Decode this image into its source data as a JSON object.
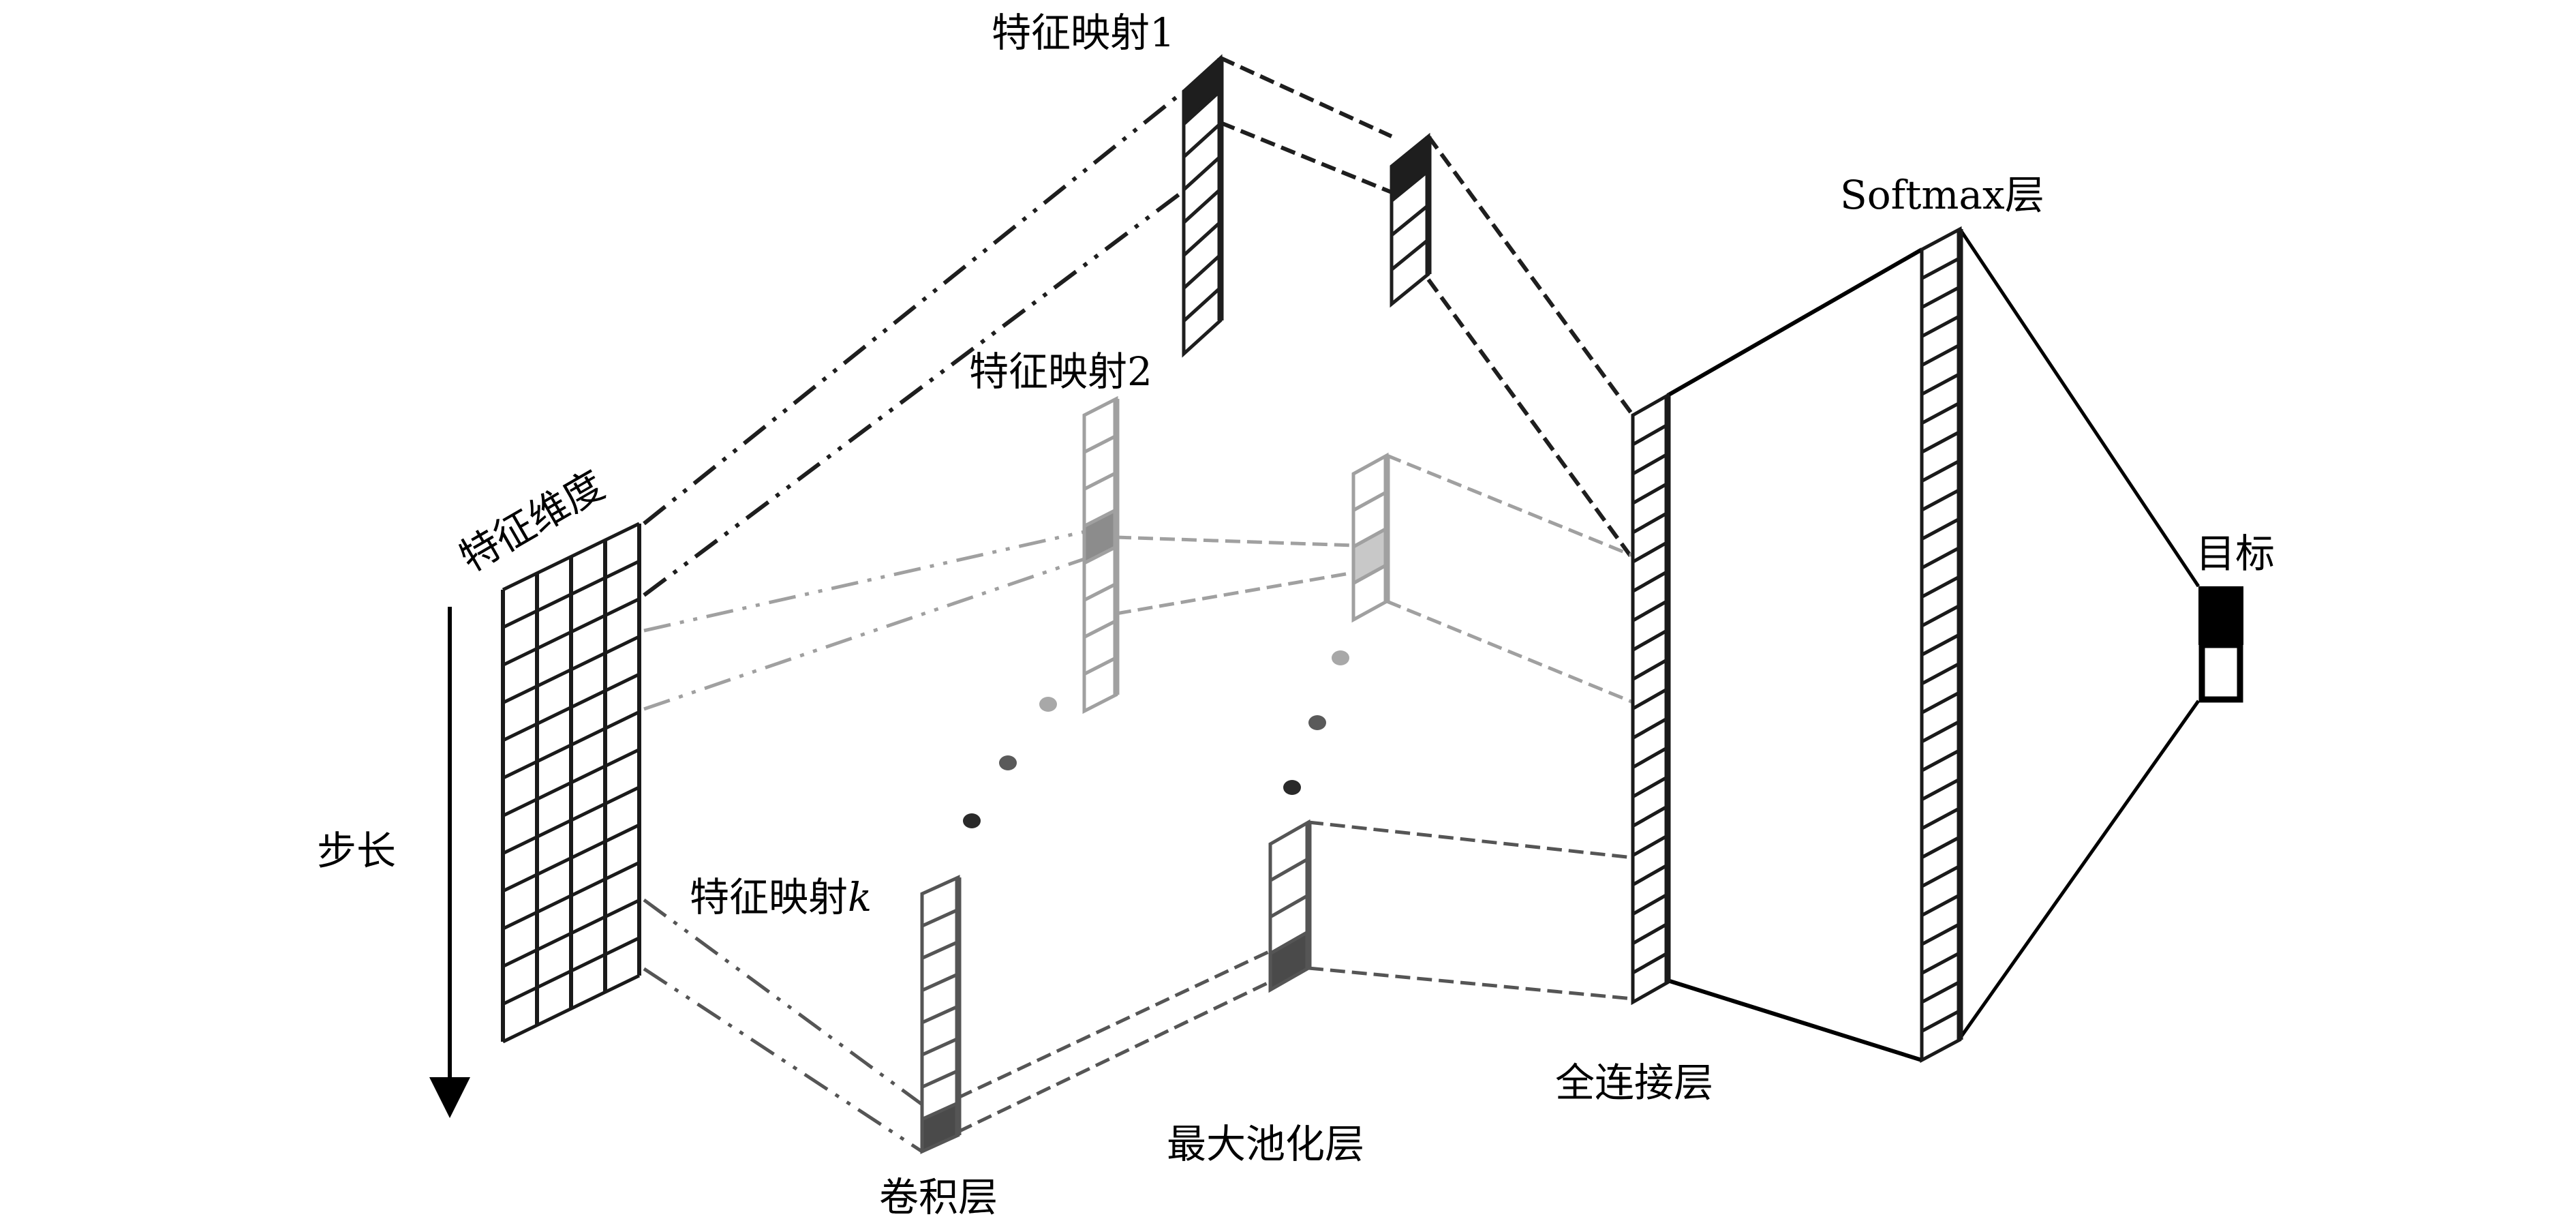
{
  "diagram": {
    "type": "CNN architecture for text/sequence classification",
    "labels": {
      "feature_dimension": "特征维度",
      "stride": "步长",
      "feature_map_1": "特征映射1",
      "feature_map_2": "特征映射2",
      "feature_map_k_prefix": "特征映射",
      "feature_map_k_suffix": "k",
      "conv_layer": "卷积层",
      "max_pooling_layer": "最大池化层",
      "fully_connected_layer": "全连接层",
      "softmax_layer": "Softmax层",
      "target": "目标"
    },
    "input_matrix": {
      "columns": 4,
      "rows": 12
    },
    "feature_maps": [
      {
        "name": "特征映射1",
        "cells": 8,
        "highlighted_cell": 1,
        "highlight_color": "#1e1e1e",
        "stroke": "#1e1e1e"
      },
      {
        "name": "特征映射2",
        "cells": 8,
        "highlighted_cell": 4,
        "highlight_color": "#8c8c8c",
        "stroke": "#a0a0a0"
      },
      {
        "name": "特征映射k",
        "cells": 8,
        "highlighted_cell": 8,
        "highlight_color": "#4a4a4a",
        "stroke": "#555555"
      }
    ],
    "pooling_maps": [
      {
        "cells": 4,
        "highlighted_cell": 1,
        "highlight_color": "#1e1e1e",
        "stroke": "#1e1e1e"
      },
      {
        "cells": 4,
        "highlighted_cell": 3,
        "highlight_color": "#c8c8c8",
        "stroke": "#a0a0a0"
      },
      {
        "cells": 4,
        "highlighted_cell": 4,
        "highlight_color": "#4a4a4a",
        "stroke": "#555555"
      }
    ],
    "fully_connected": {
      "cells": 20
    },
    "softmax": {
      "cells": 28
    },
    "target": {
      "cells": 2,
      "filled_cell": 1
    },
    "ellipsis_dots": 3,
    "colors": {
      "map1": "#1e1e1e",
      "map2": "#a0a0a0",
      "mapk": "#555555",
      "dark": "#000000"
    }
  }
}
